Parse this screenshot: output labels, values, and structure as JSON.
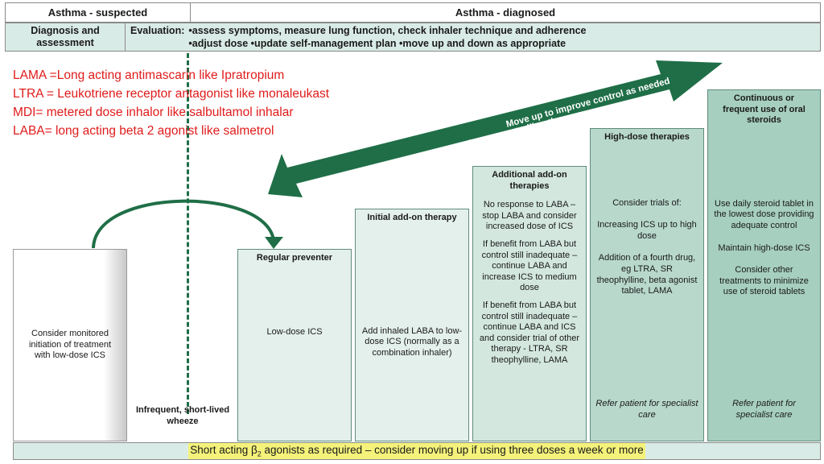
{
  "header": {
    "suspected": "Asthma - suspected",
    "diagnosed": "Asthma - diagnosed"
  },
  "evaluation": {
    "left_label": "Diagnosis and assessment",
    "label": "Evaluation:",
    "line1": "•assess symptoms, measure lung function, check inhaler technique and adherence",
    "line2": "•adjust dose •update self-management plan •move up and down as appropriate"
  },
  "notes": [
    "LAMA =Long acting antimascarin like Ipratropium",
    "LTRA = Leukotriene receptor antagonist like monaleukast",
    "MDI= metered dose inhalor like salbultamol inhalar",
    "LABA= long acting beta 2 agonist like salmetrol"
  ],
  "arrow": {
    "up_text": "Move up to improve control as needed",
    "down_text": "Move down to find and maintain lowest controlling therapy"
  },
  "steps": {
    "monitored": "Consider monitored initiation of treatment with low-dose ICS",
    "wheeze": "Infrequent, short-lived wheeze",
    "preventer_title": "Regular preventer",
    "preventer_body": "Low-dose ICS",
    "initial_title": "Initial add-on therapy",
    "initial_body": "Add inhaled LABA to low-dose ICS (normally as a combination inhaler)",
    "additional_title": "Additional add-on therapies",
    "additional_p1": "No response to LABA – stop LABA and consider increased dose of ICS",
    "additional_p2": "If benefit from LABA but control still inadequate – continue LABA and increase ICS to medium dose",
    "additional_p3": "If benefit from LABA but control still inadequate – continue LABA and ICS and consider trial of other therapy - LTRA, SR theophylline, LAMA",
    "high_title": "High-dose therapies",
    "high_p1": "Consider trials of:",
    "high_p2": "Increasing ICS up to high dose",
    "high_p3": "Addition of a fourth drug, eg LTRA, SR theophylline, beta agonist tablet, LAMA",
    "high_refer": "Refer patient for specialist care",
    "oral_title": "Continuous or frequent use of oral steroids",
    "oral_p1": "Use daily steroid tablet in the lowest dose providing adequate control",
    "oral_p2": "Maintain high-dose ICS",
    "oral_p3": "Consider other treatments to minimize use of steroid tablets",
    "oral_refer": "Refer patient for specialist care"
  },
  "bottom_bar": {
    "pre": "Short acting β",
    "sub": "2",
    "post": " agonists as required – consider moving up if using three doses a week or more"
  },
  "colors": {
    "arrow_green": "#1f6e47",
    "box_light": "#d9ebe6",
    "note_red": "#e01b1b",
    "highlight": "#f4f27a"
  }
}
